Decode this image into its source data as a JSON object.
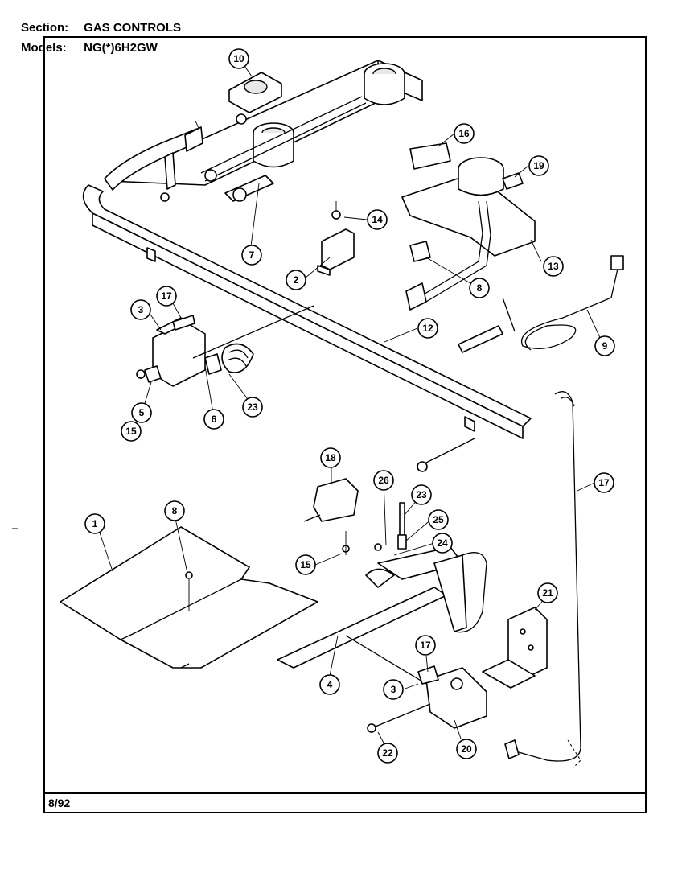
{
  "header": {
    "section_label": "Section:",
    "section_value": "GAS CONTROLS",
    "models_label": "Models:",
    "models_value": "NG(*)6H2GW"
  },
  "footer": {
    "date": "8/92"
  },
  "callouts": [
    "10",
    "16",
    "19",
    "14",
    "13",
    "7",
    "2",
    "8",
    "9",
    "3",
    "17",
    "12",
    "5",
    "15",
    "6",
    "23",
    "18",
    "26",
    "23",
    "25",
    "24",
    "15",
    "1",
    "8",
    "17",
    "21",
    "4",
    "17",
    "3",
    "22",
    "20"
  ]
}
